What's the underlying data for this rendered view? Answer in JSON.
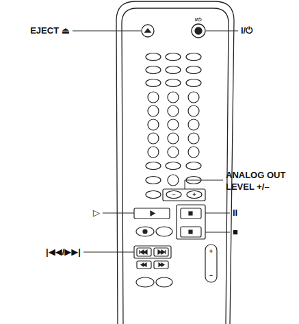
{
  "diagram": {
    "labels": [
      "EJECT ⏏",
      "I/⏻",
      "I/⏻",
      "ANALOG OUT",
      "LEVEL +/–",
      "▷",
      "II",
      "■",
      "|◀◀/▶▶|",
      "–",
      "+",
      "+",
      "–"
    ]
  }
}
